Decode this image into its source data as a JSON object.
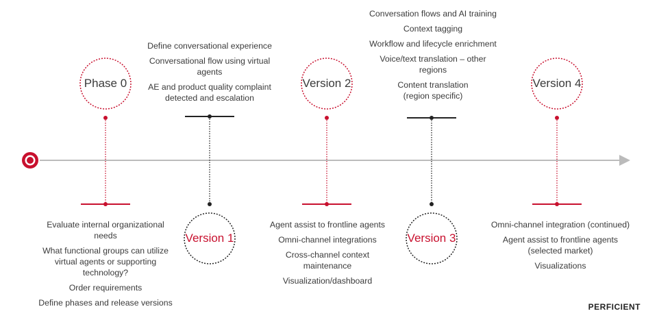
{
  "colors": {
    "accent_red": "#c8102e",
    "line_gray": "#bbbbbb",
    "dark": "#222222"
  },
  "milestones": [
    {
      "label": "Phase 0",
      "color": "red",
      "circle_side": "top",
      "items": [
        "Evaluate internal organizational needs",
        "What functional groups can utilize virtual agents or supporting technology?",
        "Order requirements",
        "Define phases and release versions"
      ]
    },
    {
      "label": "Version 1",
      "color": "black",
      "circle_side": "bottom",
      "items": [
        "Define conversational experience",
        "Conversational flow using virtual agents",
        "AE and product quality complaint detected and escalation"
      ]
    },
    {
      "label": "Version 2",
      "color": "red",
      "circle_side": "top",
      "items": [
        "Agent assist to frontline agents",
        "Omni-channel integrations",
        "Cross-channel context maintenance",
        "Visualization/dashboard"
      ]
    },
    {
      "label": "Version 3",
      "color": "black",
      "circle_side": "bottom",
      "items": [
        "Conversation flows and AI training",
        "Context tagging",
        "Workflow and lifecycle enrichment",
        "Voice/text translation – other regions",
        "Content translation (region specific)"
      ]
    },
    {
      "label": "Version 4",
      "color": "red",
      "circle_side": "top",
      "items": [
        "Omni-channel integration (continued)",
        "Agent assist to frontline agents (selected market)",
        "Visualizations"
      ]
    }
  ],
  "brand": "PERFICIENT"
}
